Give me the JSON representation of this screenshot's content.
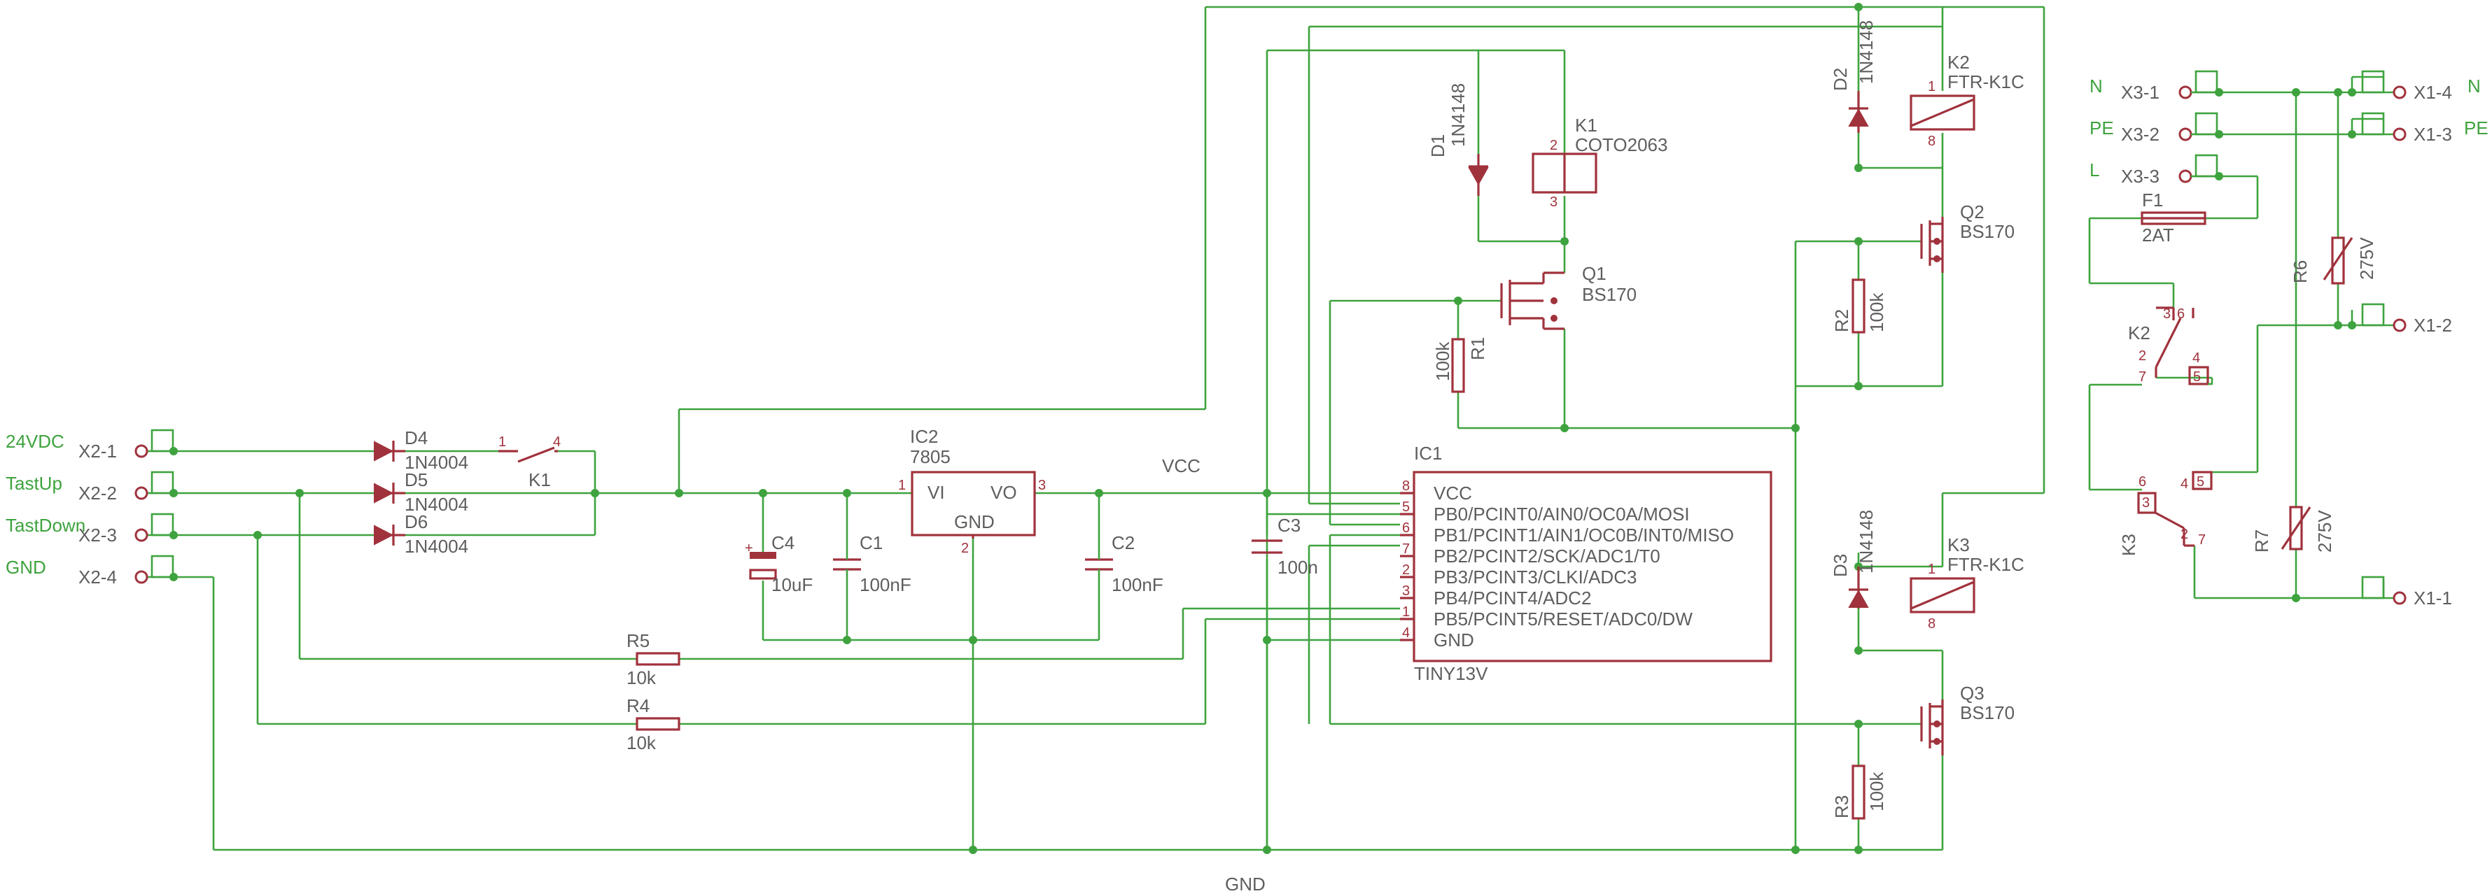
{
  "supply_labels": {
    "vcc": "VCC",
    "gnd": "GND"
  },
  "connectors": {
    "x2": [
      {
        "id": "X2-1",
        "signal": "24VDC"
      },
      {
        "id": "X2-2",
        "signal": "TastUp"
      },
      {
        "id": "X2-3",
        "signal": "TastDown"
      },
      {
        "id": "X2-4",
        "signal": "GND"
      }
    ],
    "x3": [
      {
        "id": "X3-1",
        "signal": "N"
      },
      {
        "id": "X3-2",
        "signal": "PE"
      },
      {
        "id": "X3-3",
        "signal": "L"
      }
    ],
    "x1": [
      {
        "id": "X1-4",
        "signal": "N"
      },
      {
        "id": "X1-3",
        "signal": "PE"
      },
      {
        "id": "X1-2",
        "signal": ""
      },
      {
        "id": "X1-1",
        "signal": ""
      }
    ]
  },
  "components": {
    "d4": {
      "ref": "D4",
      "value": "1N4004"
    },
    "d5": {
      "ref": "D5",
      "value": "1N4004"
    },
    "d6": {
      "ref": "D6",
      "value": "1N4004"
    },
    "d1": {
      "ref": "D1",
      "value": "1N4148"
    },
    "d2": {
      "ref": "D2",
      "value": "1N4148"
    },
    "d3": {
      "ref": "D3",
      "value": "1N4148"
    },
    "k1": {
      "ref": "K1",
      "value": "COTO2063",
      "contact_ref": "K1",
      "pin_a": "1",
      "pin_b": "4",
      "coil_pin_top": "2",
      "coil_pin_bottom": "3"
    },
    "k2": {
      "ref": "K2",
      "value": "FTR-K1C",
      "coil_pin_top": "1",
      "coil_pin_bottom": "8",
      "contact_ref": "K2",
      "contact_pins": {
        "a": "3",
        "b": "6",
        "c": "2",
        "d": "7",
        "e": "4",
        "f": "5"
      }
    },
    "k3": {
      "ref": "K3",
      "value": "FTR-K1C",
      "coil_pin_top": "1",
      "coil_pin_bottom": "8",
      "contact_ref": "K3",
      "contact_pins": {
        "a": "6",
        "b": "3",
        "c": "2",
        "d": "7",
        "e": "4",
        "f": "5"
      }
    },
    "q1": {
      "ref": "Q1",
      "value": "BS170"
    },
    "q2": {
      "ref": "Q2",
      "value": "BS170"
    },
    "q3": {
      "ref": "Q3",
      "value": "BS170"
    },
    "r1": {
      "ref": "R1",
      "value": "100k"
    },
    "r2": {
      "ref": "R2",
      "value": "100k"
    },
    "r3": {
      "ref": "R3",
      "value": "100k"
    },
    "r4": {
      "ref": "R4",
      "value": "10k"
    },
    "r5": {
      "ref": "R5",
      "value": "10k"
    },
    "r6": {
      "ref": "R6",
      "value": "275V"
    },
    "r7": {
      "ref": "R7",
      "value": "275V"
    },
    "c1": {
      "ref": "C1",
      "value": "100nF"
    },
    "c2": {
      "ref": "C2",
      "value": "100nF"
    },
    "c3": {
      "ref": "C3",
      "value": "100n"
    },
    "c4": {
      "ref": "C4",
      "value": "10uF"
    },
    "f1": {
      "ref": "F1",
      "value": "2AT"
    },
    "ic2": {
      "ref": "IC2",
      "value": "7805",
      "pin_vi": "VI",
      "pin_vo": "VO",
      "pin_gnd": "GND",
      "pin_1": "1",
      "pin_2": "2",
      "pin_3": "3"
    },
    "ic1": {
      "ref": "IC1",
      "value": "TINY13V",
      "pins": [
        {
          "num": "8",
          "name": "VCC"
        },
        {
          "num": "5",
          "name": "PB0/PCINT0/AIN0/OC0A/MOSI"
        },
        {
          "num": "6",
          "name": "PB1/PCINT1/AIN1/OC0B/INT0/MISO"
        },
        {
          "num": "7",
          "name": "PB2/PCINT2/SCK/ADC1/T0"
        },
        {
          "num": "2",
          "name": "PB3/PCINT3/CLKI/ADC3"
        },
        {
          "num": "3",
          "name": "PB4/PCINT4/ADC2"
        },
        {
          "num": "1",
          "name": "PB5/PCINT5/RESET/ADC0/DW"
        },
        {
          "num": "4",
          "name": "GND"
        }
      ]
    }
  },
  "colors": {
    "wire": "#3ea33e",
    "symbol": "#a0323c",
    "text": "#5e5e5e",
    "background": "#ffffff"
  }
}
